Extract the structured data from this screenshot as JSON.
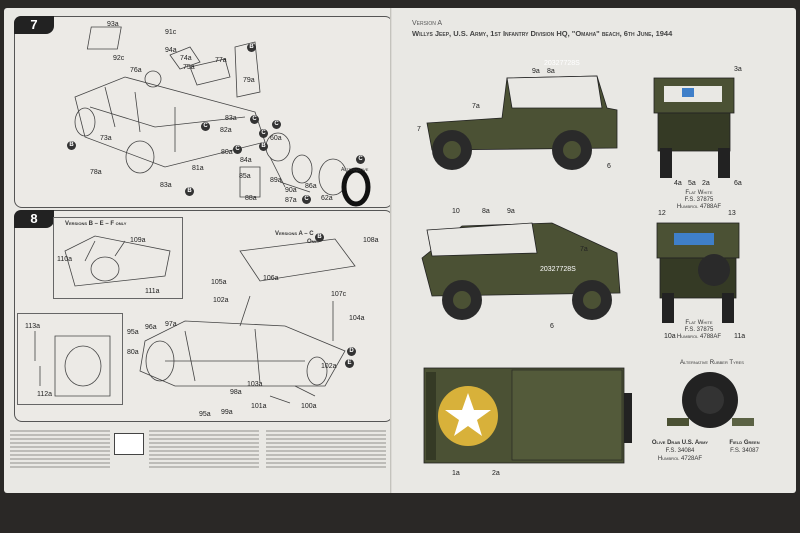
{
  "left_page": {
    "step7": {
      "number": "7",
      "callouts": [
        "B",
        "C",
        "B",
        "C",
        "C",
        "C",
        "C",
        "B",
        "B",
        "C",
        "C"
      ],
      "labels": [
        "93a",
        "91c",
        "92c",
        "94a",
        "74a",
        "75a",
        "77a",
        "76a",
        "79a",
        "73a",
        "78a",
        "83a",
        "82a",
        "84a",
        "85a",
        "60a",
        "80a",
        "81a",
        "83a",
        "86a",
        "89a",
        "90a",
        "87a",
        "88a",
        "62a"
      ],
      "alternative": "Alternative"
    },
    "step8": {
      "number": "8",
      "versions_bef": "Versions B – E – F only",
      "versions_ac": "Versions A – C",
      "only": "Only",
      "callouts": [
        "B",
        "D",
        "E"
      ],
      "labels": [
        "109a",
        "110a",
        "111a",
        "108a",
        "106a",
        "105a",
        "107c",
        "102a",
        "97a",
        "96a",
        "95a",
        "80a",
        "104a",
        "102a",
        "103a",
        "98a",
        "101a",
        "99a",
        "95a",
        "100a",
        "113a",
        "112a"
      ]
    }
  },
  "right_page": {
    "version_title": "Version A",
    "version_subtitle": "Willys Jeep, U.S. Army, 1st Infantry Division HQ, \"Omaha\" beach, 6th June, 1944",
    "serial": "20327728S",
    "numbers_side1": [
      "9a",
      "8a",
      "6",
      "7a",
      "7"
    ],
    "numbers_front1": [
      "3a",
      "4a",
      "5a",
      "2a",
      "6a"
    ],
    "flat_white": "Flat White",
    "fs_37875": "F.S. 37875",
    "humbrol_4788": "Humbrol 4788AF",
    "numbers_side2": [
      "10",
      "8a",
      "9a",
      "7a",
      "6"
    ],
    "numbers_rear": [
      "12",
      "13",
      "10a",
      "11a"
    ],
    "alt_tyres": "Alternative Rubber Tyres",
    "olive_drab": "Olive Drab U.S. Army",
    "fs_34084": "F.S. 34084",
    "humbrol_4728": "Humbrol 4728AF",
    "field_green": "Field Green",
    "fs_34087": "F.S. 34087",
    "top_labels": [
      "1a",
      "2a"
    ],
    "colors": {
      "olive": "#4b5134",
      "olive_dark": "#353a25",
      "star_yellow": "#d8b13a",
      "page": "#e9e8e4"
    }
  }
}
